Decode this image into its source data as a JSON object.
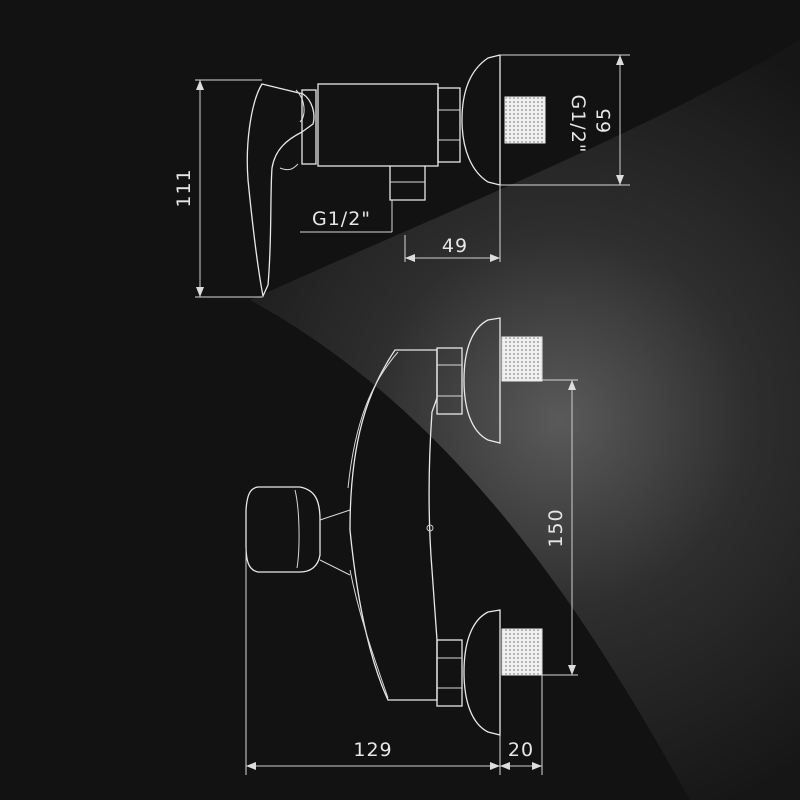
{
  "top_view": {
    "height_111": "111",
    "thread_left": "G1/2\"",
    "depth_49": "49",
    "thread_right": "G1/2\"",
    "diameter_65": "65"
  },
  "front_view": {
    "spacing_150": "150",
    "width_129": "129",
    "offset_20": "20"
  }
}
